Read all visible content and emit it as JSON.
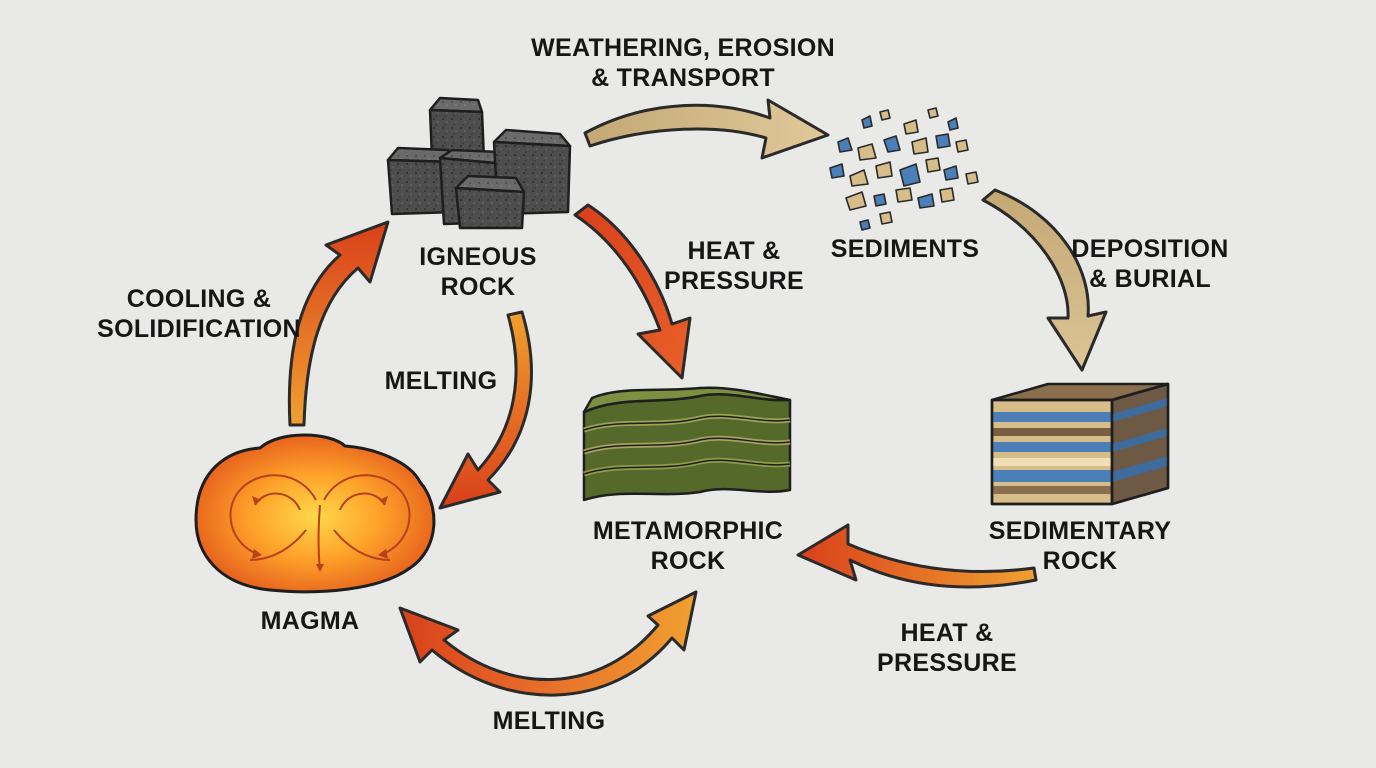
{
  "nodes": {
    "igneous": [
      "IGNEOUS",
      "ROCK"
    ],
    "sediments": [
      "SEDIMENTS"
    ],
    "sedimentary": [
      "SEDIMENTARY",
      "ROCK"
    ],
    "metamorphic": [
      "METAMORPHIC",
      "ROCK"
    ],
    "magma": [
      "MAGMA"
    ]
  },
  "processes": {
    "weathering": [
      "WEATHERING, EROSION",
      "& TRANSPORT"
    ],
    "deposition": [
      "DEPOSITION",
      "& BURIAL"
    ],
    "heat_pressure_igneous": [
      "HEAT &",
      "PRESSURE"
    ],
    "heat_pressure_sedimentary": [
      "HEAT &",
      "PRESSURE"
    ],
    "cooling": [
      "COOLING &",
      "SOLIDIFICATION"
    ],
    "melting_igneous": [
      "MELTING"
    ],
    "melting_bottom": [
      "MELTING"
    ]
  },
  "colors": {
    "background": "#e9e9e7",
    "heat_arrow_start": "#d94a1c",
    "heat_arrow_end": "#f0a030",
    "surface_arrow": "#d2b98a",
    "igneous_rock": "#4a4a4a",
    "metamorphic_rock": "#5d6e2e",
    "sediment_blue": "#4a7fb8",
    "sediment_tan": "#d6bd8a",
    "magma_core": "#ffc640",
    "magma_edge": "#e0501a"
  }
}
